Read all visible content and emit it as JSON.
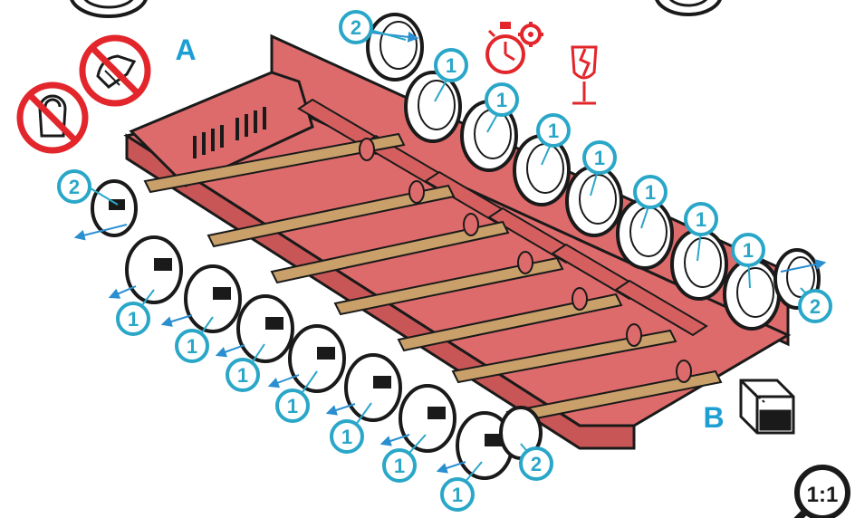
{
  "labels": {
    "side_a": "A",
    "side_b": "B",
    "scale": "1:1"
  },
  "callouts": {
    "wheel_outer": "2",
    "wheel_inner": "1"
  },
  "icons": {
    "no_weight": "no-weight-icon",
    "no_force": "no-hand-force-icon",
    "timer": "stopwatch-gear-icon",
    "fragile": "fragile-glass-icon",
    "box": "box-corner-icon",
    "magnifier": "magnifier-scale-icon"
  },
  "colors": {
    "body": "#de6b6b",
    "body_dark": "#b94a4a",
    "axle": "#c9a06a",
    "callout": "#2aa7c8",
    "label": "#1d9fd3",
    "prohibit": "#e2262b",
    "outline": "#1a1a1a"
  }
}
